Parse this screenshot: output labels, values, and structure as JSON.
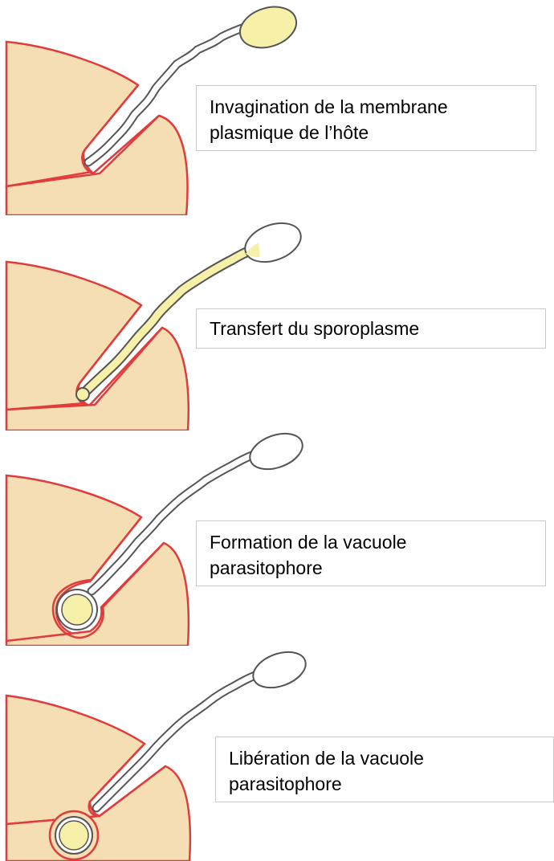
{
  "diagram": {
    "colors": {
      "host_cell_fill": "#f5deb3",
      "host_cell_outline": "#e03c3c",
      "sporoplasm_fill": "#f6f0a8",
      "tube_outline": "#555555"
    },
    "steps": [
      {
        "label": "Invagination de la membrane\nplasmique de l’hôte"
      },
      {
        "label": "Transfert du sporoplasme"
      },
      {
        "label": "Formation de la vacuole\nparasitophore"
      },
      {
        "label": "Libération de la vacuole\nparasitophore"
      }
    ]
  }
}
